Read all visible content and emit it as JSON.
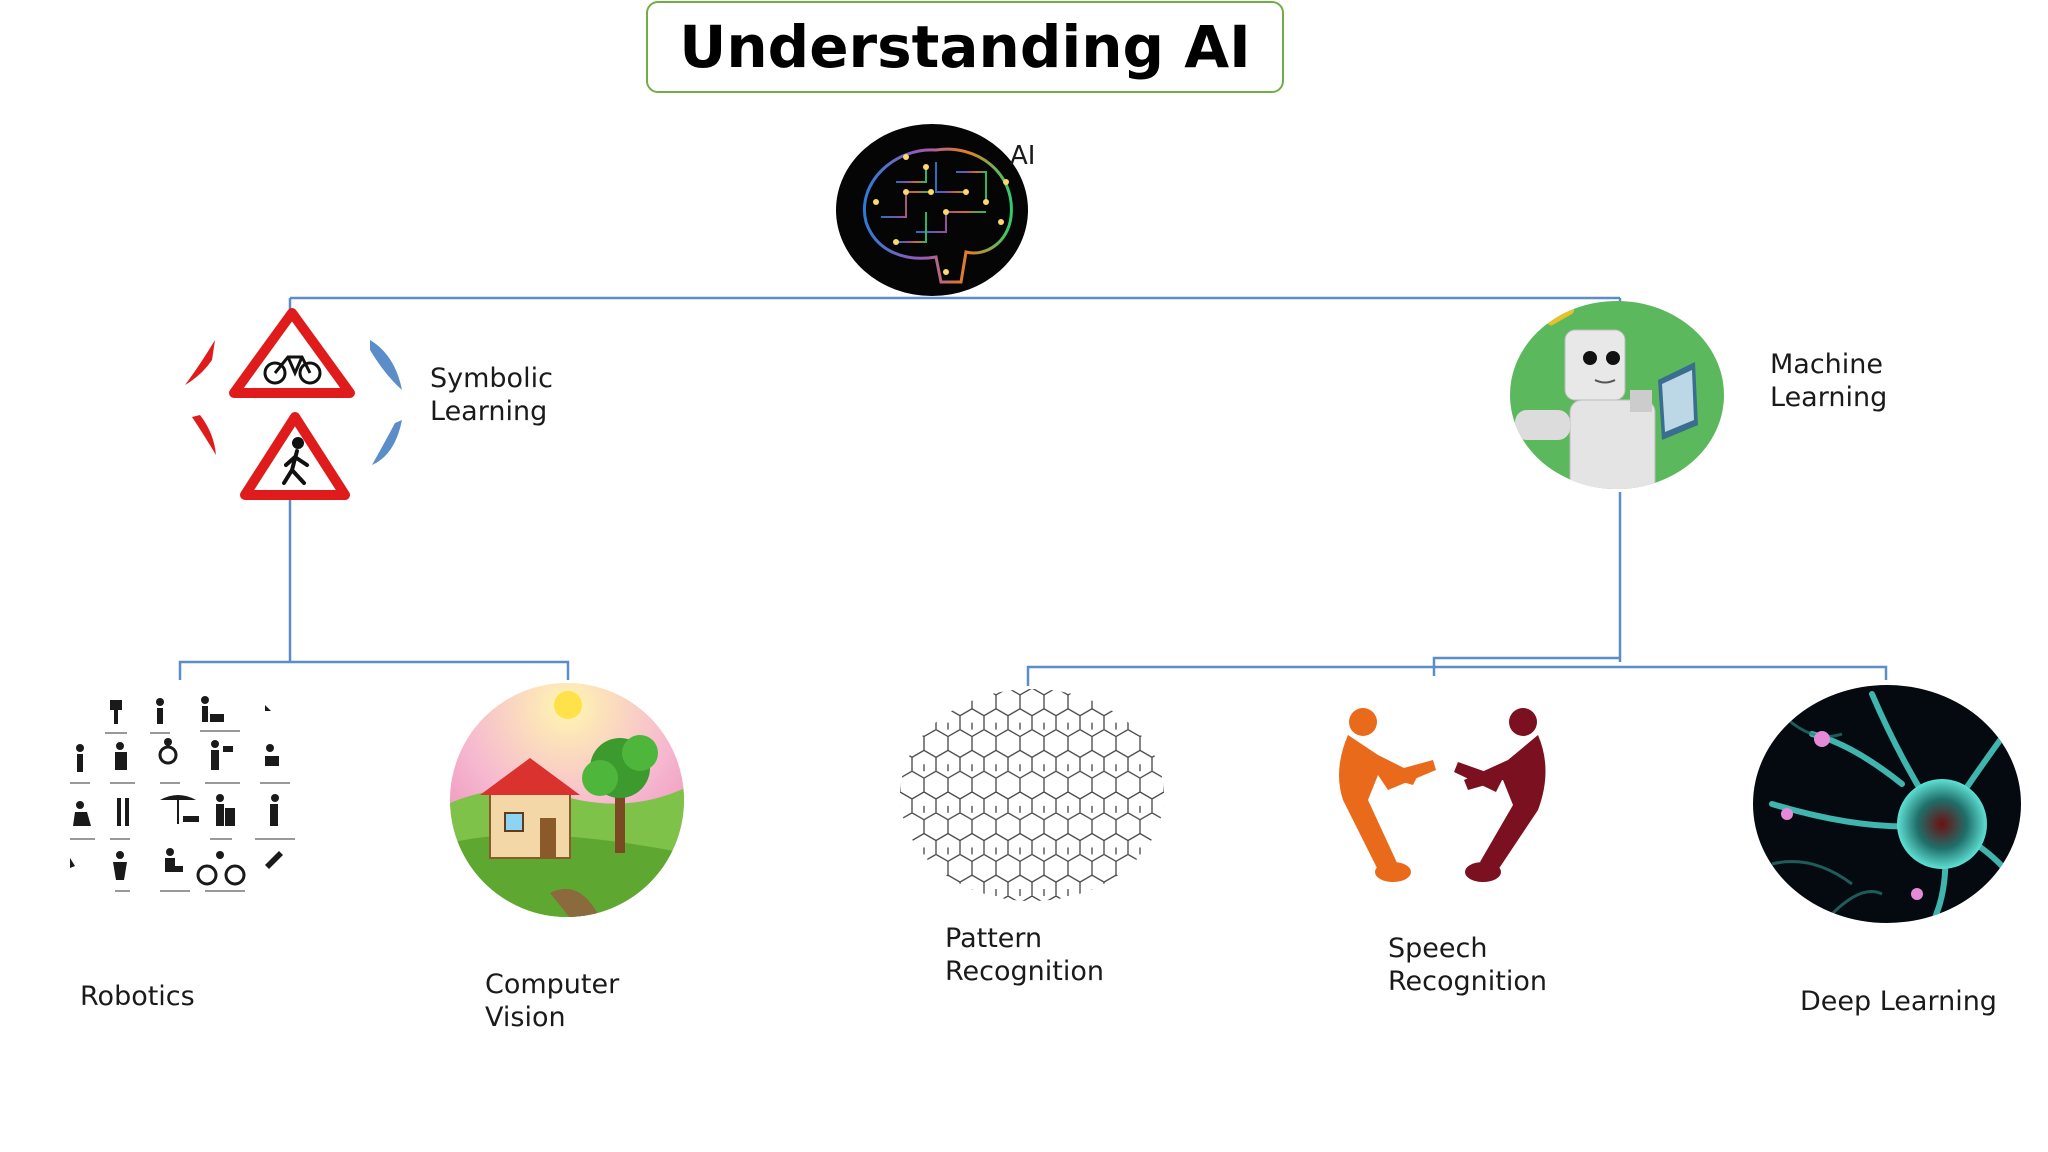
{
  "title": "Understanding AI",
  "root": {
    "label": "AI"
  },
  "branches": {
    "symbolic": {
      "label": "Symbolic\nLearning"
    },
    "machine": {
      "label": "Machine\nLearning"
    }
  },
  "leaves": {
    "robotics": {
      "label": "Robotics"
    },
    "vision": {
      "label": "Computer\nVision"
    },
    "pattern": {
      "label": "Pattern\nRecognition"
    },
    "speech": {
      "label": "Speech\nRecognition"
    },
    "deep": {
      "label": "Deep Learning"
    }
  },
  "colors": {
    "connector": "#5B8DC8",
    "title_border": "#70AD47"
  }
}
